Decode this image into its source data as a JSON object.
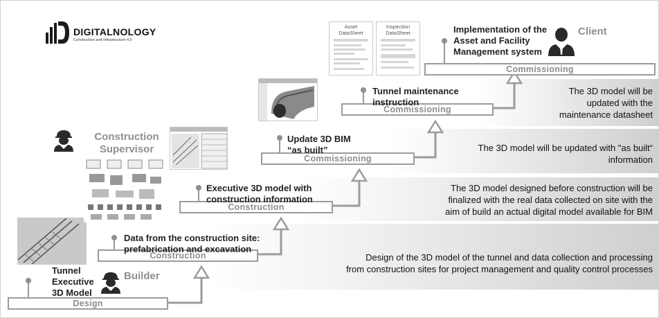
{
  "logo": {
    "name": "DIGITALNOLOGY",
    "tagline": "Construction and Infrastructure 4.0"
  },
  "roles": {
    "construction_supervisor": "Construction\nSupervisor",
    "builder": "Builder",
    "client": "Client"
  },
  "steps": [
    {
      "bar_label": "Design",
      "milestone": "Tunnel\nExecutive\n3D Model"
    },
    {
      "bar_label": "Construction",
      "milestone": "Data from the construction site:\nprefabrication and excavation"
    },
    {
      "bar_label": "Construction",
      "milestone": "Executive 3D model with\nconstruction information"
    },
    {
      "bar_label": "Commissioning",
      "milestone": "Update 3D BIM\n“as built”"
    },
    {
      "bar_label": "Commissioning",
      "milestone": "Tunnel maintenance\ninstruction"
    },
    {
      "bar_label": "Commissioning",
      "milestone": "Implementation of the\nAsset and Facility\nManagement system"
    }
  ],
  "descriptions": [
    "Design of the 3D model of the tunnel and data collection and processing\nfrom construction sites for project management and quality control processes",
    "The 3D model designed before construction will be\nfinalized with the real data collected on site with the\naim of build an actual digital model available for BIM",
    "The 3D model will be updated with \"as built“\ninformation",
    "The 3D model will be\nupdated with the\nmaintenance datasheet"
  ],
  "datasheets": {
    "asset": "Asset\nDataSheet",
    "inspection": "Inspection\nDataSheet"
  },
  "colors": {
    "arrow": "#9b9b9b",
    "label_gray": "#8c8c8c",
    "band_dark": "#cfcfcf",
    "icon": "#2a2a2a"
  }
}
